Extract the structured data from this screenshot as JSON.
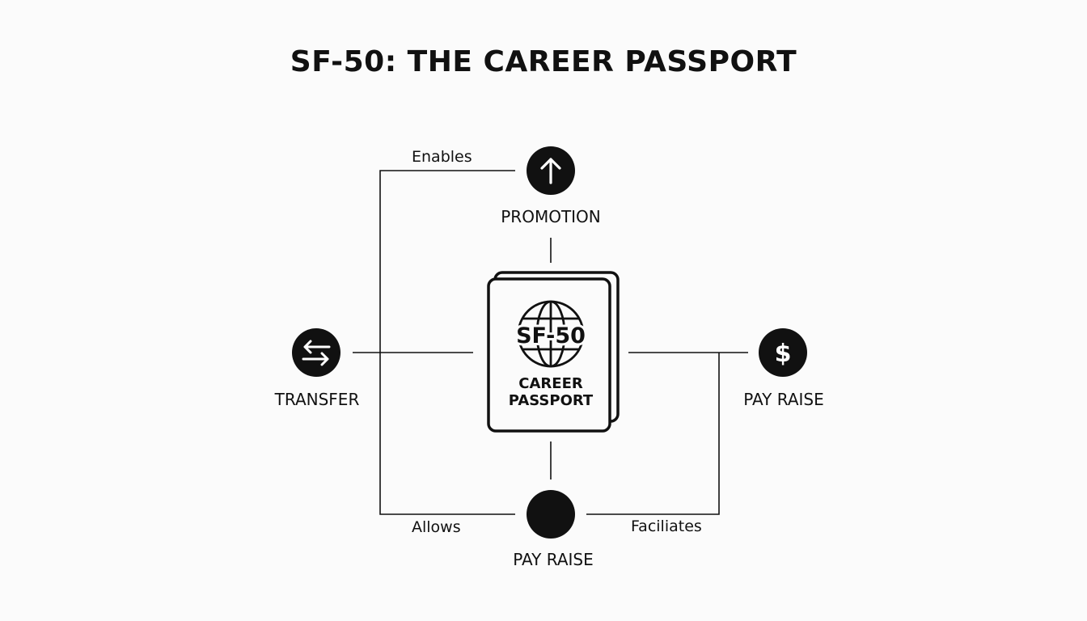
{
  "title": "SF-50: THE CAREER PASSPORT",
  "center": {
    "badge": "SF-50",
    "line1": "CAREER",
    "line2": "PASSPORT"
  },
  "nodes": {
    "promotion": {
      "label": "PROMOTION",
      "icon": "arrow-up-icon"
    },
    "transfer": {
      "label": "TRANSFER",
      "icon": "swap-arrows-icon"
    },
    "pay_raise_right": {
      "label": "PAY RAISE",
      "icon": "dollar-icon"
    },
    "pay_raise_bottom": {
      "label": "PAY RAISE",
      "icon": "filled-circle-icon"
    }
  },
  "connections": {
    "enables": "Enables",
    "allows": "Allows",
    "facilitates": "Faciliates"
  },
  "colors": {
    "ink": "#111111",
    "background": "#fbfbfb"
  }
}
